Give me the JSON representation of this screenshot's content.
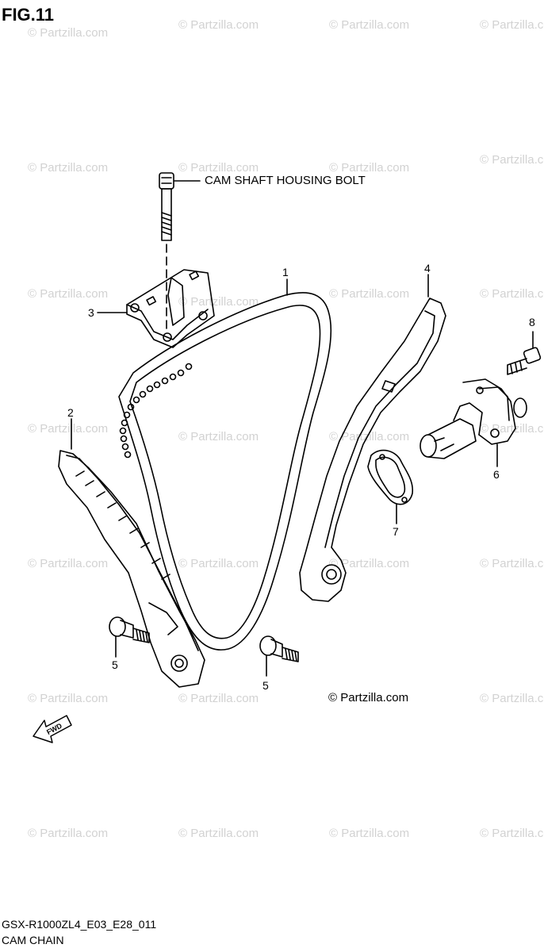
{
  "figure": {
    "title": "FIG.11"
  },
  "watermark": {
    "text": "© Partzilla.com"
  },
  "callout": {
    "text": "CAM SHAFT HOUSING BOLT"
  },
  "parts": [
    {
      "number": "1",
      "name": "cam chain"
    },
    {
      "number": "2",
      "name": "cam chain guide"
    },
    {
      "number": "3",
      "name": "camshaft housing bracket"
    },
    {
      "number": "4",
      "name": "cam chain tensioner guide"
    },
    {
      "number": "5",
      "name": "bolt"
    },
    {
      "number": "5",
      "name": "bolt"
    },
    {
      "number": "6",
      "name": "cam chain tensioner"
    },
    {
      "number": "7",
      "name": "gasket"
    },
    {
      "number": "8",
      "name": "bolt"
    }
  ],
  "fwd_label": "FWD",
  "copyright": "© Partzilla.com",
  "footer": {
    "model_code": "GSX-R1000ZL4_E03_E28_011",
    "section": "CAM CHAIN"
  }
}
